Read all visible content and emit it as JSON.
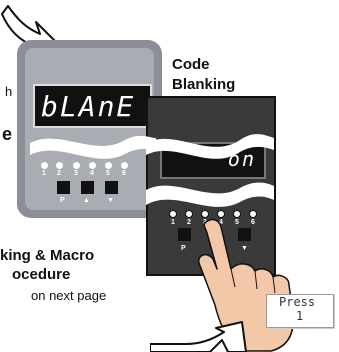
{
  "top_left_fragment": "h",
  "left_bold_fragment": "e",
  "left_meter": {
    "display": "bLAnE",
    "buttons": [
      "1",
      "2",
      "3",
      "4",
      "5",
      "6"
    ],
    "keys": [
      "P",
      "▲",
      "▼"
    ]
  },
  "callout": {
    "line1": "Code",
    "line2": "Blanking"
  },
  "right_meter": {
    "display": "on",
    "buttons": [
      "1",
      "2",
      "3",
      "4",
      "5",
      "6"
    ],
    "keys": [
      "P",
      "▲",
      "▼"
    ]
  },
  "procedure": {
    "line1": "king & Macro",
    "line2": "ocedure",
    "line3": "on next page"
  },
  "press_label": {
    "line1": "Press",
    "line2": "1"
  },
  "colors": {
    "left_bezel": "#8b8e95",
    "right_bezel": "#3a3a3a",
    "display_bg": "#111111",
    "segment": "#ffffff",
    "hand": "#f2c8a8"
  }
}
